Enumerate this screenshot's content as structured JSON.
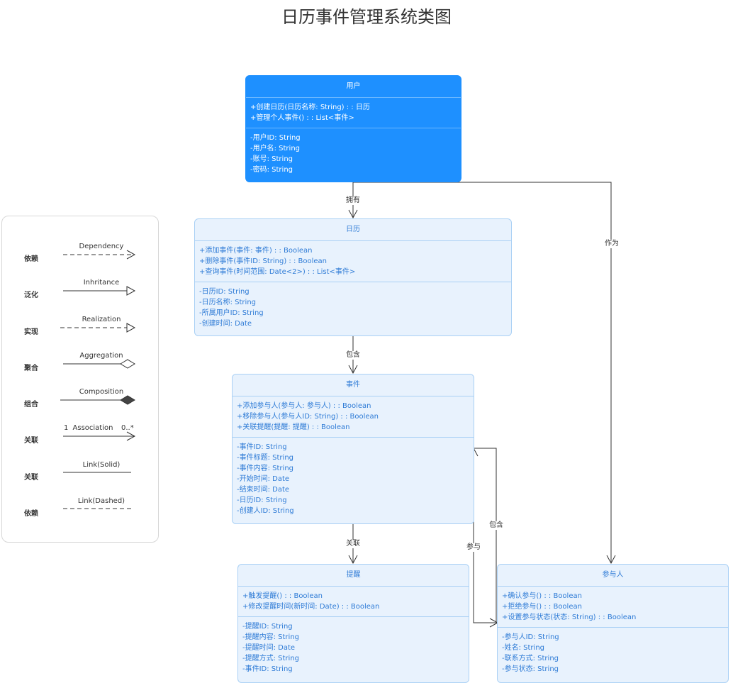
{
  "title": "日历事件管理系统类图",
  "classes": {
    "user": {
      "name": "用户",
      "methods": [
        "+创建日历(日历名称: String) : : 日历",
        "+管理个人事件() : : List<事件>"
      ],
      "attributes": [
        "-用户ID: String",
        "-用户名: String",
        "-账号: String",
        "-密码: String"
      ]
    },
    "calendar": {
      "name": "日历",
      "methods": [
        "+添加事件(事件: 事件) : : Boolean",
        "+删除事件(事件ID: String) : : Boolean",
        "+查询事件(时间范围: Date<2>) : : List<事件>"
      ],
      "attributes": [
        "-日历ID: String",
        "-日历名称: String",
        "-所属用户ID: String",
        "-创建时间: Date"
      ]
    },
    "event": {
      "name": "事件",
      "methods": [
        "+添加参与人(参与人: 参与人) : : Boolean",
        "+移除参与人(参与人ID: String) : : Boolean",
        "+关联提醒(提醒: 提醒) : : Boolean"
      ],
      "attributes": [
        "-事件ID: String",
        "-事件标题: String",
        "-事件内容: String",
        "-开始时间: Date",
        "-结束时间: Date",
        "-日历ID: String",
        "-创建人ID: String"
      ]
    },
    "reminder": {
      "name": "提醒",
      "methods": [
        "+触发提醒() : : Boolean",
        "+修改提醒时间(新时间: Date) : : Boolean"
      ],
      "attributes": [
        "-提醒ID: String",
        "-提醒内容: String",
        "-提醒时间: Date",
        "-提醒方式: String",
        "-事件ID: String"
      ]
    },
    "participant": {
      "name": "参与人",
      "methods": [
        "+确认参与() : : Boolean",
        "+拒绝参与() : : Boolean",
        "+设置参与状态(状态: String) : : Boolean"
      ],
      "attributes": [
        "-参与人ID: String",
        "-姓名: String",
        "-联系方式: String",
        "-参与状态: String"
      ]
    }
  },
  "relations": {
    "user_calendar": "拥有",
    "calendar_event": "包含",
    "event_reminder": "关联",
    "user_participant": "作为",
    "event_participant_contain": "包含",
    "participant_event_join": "参与"
  },
  "legend": [
    {
      "cn": "依赖",
      "en": "Dependency"
    },
    {
      "cn": "泛化",
      "en": "Inhritance"
    },
    {
      "cn": "实现",
      "en": "Realization"
    },
    {
      "cn": "聚合",
      "en": "Aggregation"
    },
    {
      "cn": "组合",
      "en": "Composition"
    },
    {
      "cn": "关联",
      "en": "Association",
      "left": "1",
      "right": "0..*"
    },
    {
      "cn": "关联",
      "en": "Link(Solid)"
    },
    {
      "cn": "依赖",
      "en": "Link(Dashed)"
    }
  ],
  "colors": {
    "primary": "#1e90ff",
    "class_bg": "#e8f2fd",
    "class_border": "#a9d0f5",
    "class_text": "#2e7bd6"
  }
}
